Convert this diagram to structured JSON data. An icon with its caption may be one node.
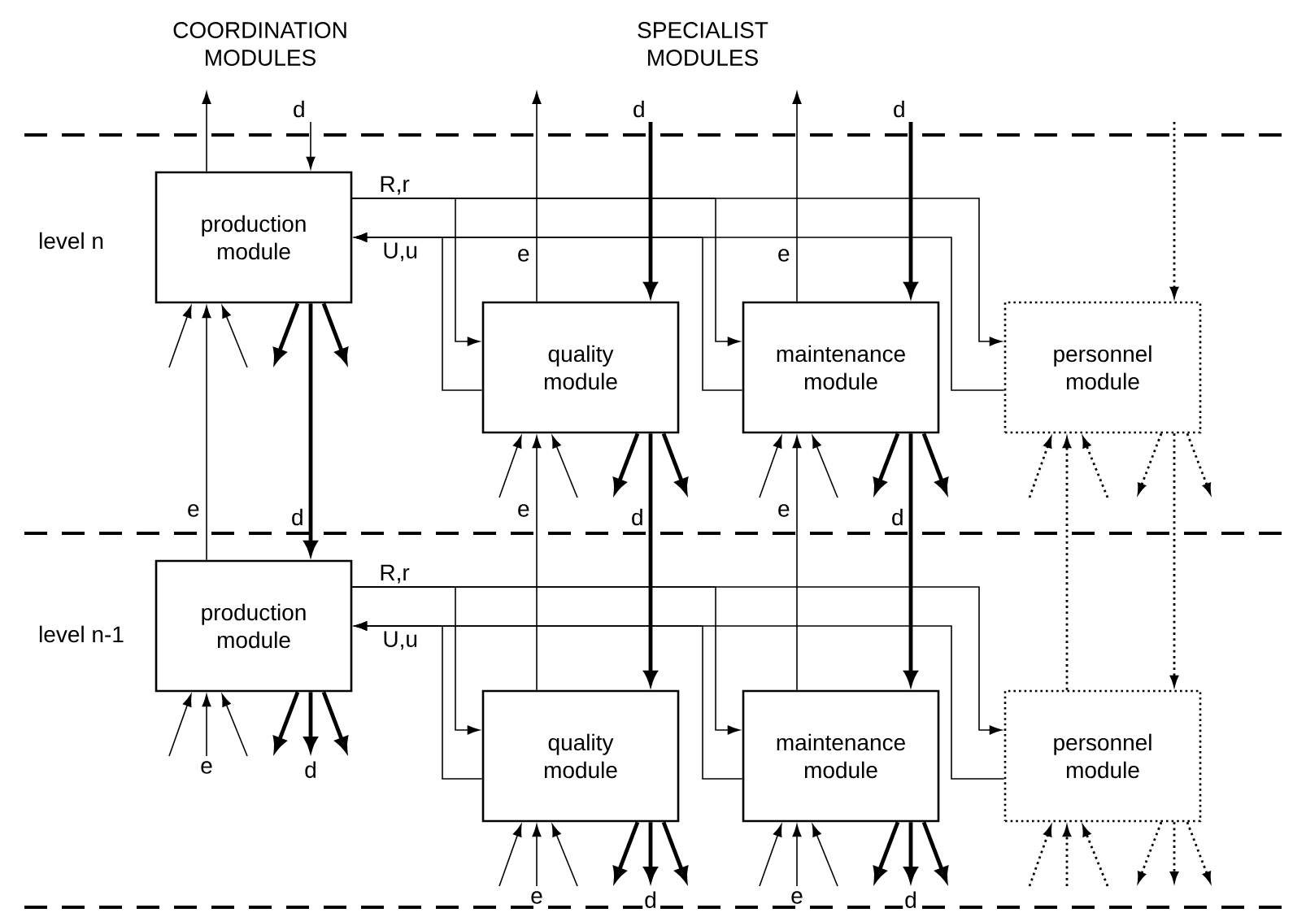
{
  "diagram": {
    "nodes": [
      {
        "text": [
          "production module"
        ]
      },
      {
        "text": [
          "quality module"
        ]
      },
      {
        "text": [
          "maintenance module"
        ]
      },
      {
        "text": [
          "personnel module"
        ]
      },
      {
        "text": [
          "production module"
        ]
      },
      {
        "text": [
          "quality module"
        ]
      },
      {
        "text": [
          "maintenance module"
        ]
      },
      {
        "text": [
          "personnel module"
        ]
      }
    ],
    "edges": [
      {
        "from": 0,
        "to": 1,
        "arrow": "to",
        "label": "R,r"
      },
      {
        "from": 0,
        "to": 2,
        "arrow": "to"
      },
      {
        "from": 0,
        "to": 3,
        "arrow": "to"
      },
      {
        "from": 1,
        "to": 0,
        "arrow": "to",
        "label": "U,u"
      },
      {
        "from": 2,
        "to": 0,
        "arrow": "to"
      },
      {
        "from": 3,
        "to": 0,
        "arrow": "to"
      },
      {
        "from": 4,
        "to": 5,
        "arrow": "to",
        "label": "R,r"
      },
      {
        "from": 4,
        "to": 6,
        "arrow": "to"
      },
      {
        "from": 4,
        "to": 7,
        "arrow": "to"
      },
      {
        "from": 5,
        "to": 4,
        "arrow": "to",
        "label": "U,u"
      },
      {
        "from": 6,
        "to": 4,
        "arrow": "to"
      },
      {
        "from": 7,
        "to": 4,
        "arrow": "to"
      },
      {
        "from": 4,
        "to": 0,
        "arrow": "to",
        "label": "e"
      },
      {
        "from": 0,
        "to": 4,
        "arrow": "to",
        "label": "d",
        "style": "thick"
      },
      {
        "from": 5,
        "to": 1,
        "arrow": "to",
        "label": "e"
      },
      {
        "from": 1,
        "to": 5,
        "arrow": "to",
        "label": "d",
        "style": "thick"
      },
      {
        "from": 6,
        "to": 2,
        "arrow": "to",
        "label": "e"
      },
      {
        "from": 2,
        "to": 6,
        "arrow": "to",
        "label": "d",
        "style": "thick"
      },
      {
        "from": 7,
        "to": 3,
        "arrow": "to",
        "style": "dashed"
      },
      {
        "from": 3,
        "to": 7,
        "arrow": "to",
        "style": "dashed"
      },
      {
        "from": null,
        "to": 0,
        "arrow": "to",
        "label": "d"
      },
      {
        "from": null,
        "to": 0,
        "arrow": "to"
      },
      {
        "from": null,
        "to": 0,
        "arrow": "to"
      },
      {
        "from": 0,
        "to": null,
        "arrow": "to"
      },
      {
        "from": 0,
        "to": null,
        "arrow": "to",
        "style": "thick"
      },
      {
        "from": 0,
        "to": null,
        "arrow": "to",
        "style": "thick"
      },
      {
        "from": null,
        "to": 1,
        "arrow": "to",
        "label": "d",
        "style": "thick"
      },
      {
        "from": null,
        "to": 1,
        "arrow": "to"
      },
      {
        "from": null,
        "to": 1,
        "arrow": "to"
      },
      {
        "from": 1,
        "to": null,
        "arrow": "to",
        "label": "e"
      },
      {
        "from": 1,
        "to": null,
        "arrow": "to",
        "style": "thick"
      },
      {
        "from": 1,
        "to": null,
        "arrow": "to",
        "style": "thick"
      },
      {
        "from": null,
        "to": 2,
        "arrow": "to",
        "label": "d",
        "style": "thick"
      },
      {
        "from": null,
        "to": 2,
        "arrow": "to"
      },
      {
        "from": null,
        "to": 2,
        "arrow": "to"
      },
      {
        "from": 2,
        "to": null,
        "arrow": "to",
        "label": "e"
      },
      {
        "from": 2,
        "to": null,
        "arrow": "to",
        "style": "thick"
      },
      {
        "from": 2,
        "to": null,
        "arrow": "to",
        "style": "thick"
      },
      {
        "from": null,
        "to": 3,
        "arrow": "to",
        "style": "dashed"
      },
      {
        "from": null,
        "to": 3,
        "arrow": "to",
        "style": "dashed"
      },
      {
        "from": null,
        "to": 3,
        "arrow": "to",
        "style": "dashed"
      },
      {
        "from": 3,
        "to": null,
        "arrow": "to",
        "style": "dashed"
      },
      {
        "from": 3,
        "to": null,
        "arrow": "to",
        "style": "dashed"
      },
      {
        "from": null,
        "to": 4,
        "arrow": "to"
      },
      {
        "from": null,
        "to": 4,
        "arrow": "to",
        "label": "e"
      },
      {
        "from": null,
        "to": 4,
        "arrow": "to"
      },
      {
        "from": 4,
        "to": null,
        "arrow": "to",
        "style": "thick"
      },
      {
        "from": 4,
        "to": null,
        "arrow": "to",
        "label": "d",
        "style": "thick"
      },
      {
        "from": 4,
        "to": null,
        "arrow": "to",
        "style": "thick"
      },
      {
        "from": null,
        "to": 5,
        "arrow": "to"
      },
      {
        "from": null,
        "to": 5,
        "arrow": "to",
        "label": "e"
      },
      {
        "from": null,
        "to": 5,
        "arrow": "to"
      },
      {
        "from": 5,
        "to": null,
        "arrow": "to",
        "style": "thick"
      },
      {
        "from": 5,
        "to": null,
        "arrow": "to",
        "label": "d",
        "style": "thick"
      },
      {
        "from": 5,
        "to": null,
        "arrow": "to",
        "style": "thick"
      },
      {
        "from": null,
        "to": 6,
        "arrow": "to"
      },
      {
        "from": null,
        "to": 6,
        "arrow": "to",
        "label": "e"
      },
      {
        "from": null,
        "to": 6,
        "arrow": "to"
      },
      {
        "from": 6,
        "to": null,
        "arrow": "to",
        "style": "thick"
      },
      {
        "from": 6,
        "to": null,
        "arrow": "to",
        "label": "d",
        "style": "thick"
      },
      {
        "from": 6,
        "to": null,
        "arrow": "to",
        "style": "thick"
      },
      {
        "from": null,
        "to": 7,
        "arrow": "to",
        "style": "dashed"
      },
      {
        "from": null,
        "to": 7,
        "arrow": "to",
        "style": "dashed"
      },
      {
        "from": null,
        "to": 7,
        "arrow": "to",
        "style": "dashed"
      },
      {
        "from": 7,
        "to": null,
        "arrow": "to",
        "style": "dashed"
      },
      {
        "from": 7,
        "to": null,
        "arrow": "to",
        "style": "dashed"
      },
      {
        "from": 7,
        "to": null,
        "arrow": "to",
        "style": "dashed"
      }
    ],
    "labels": [
      "COORDINATION MODULES",
      "SPECIALIST MODULES",
      "level n",
      "level n-1"
    ]
  }
}
